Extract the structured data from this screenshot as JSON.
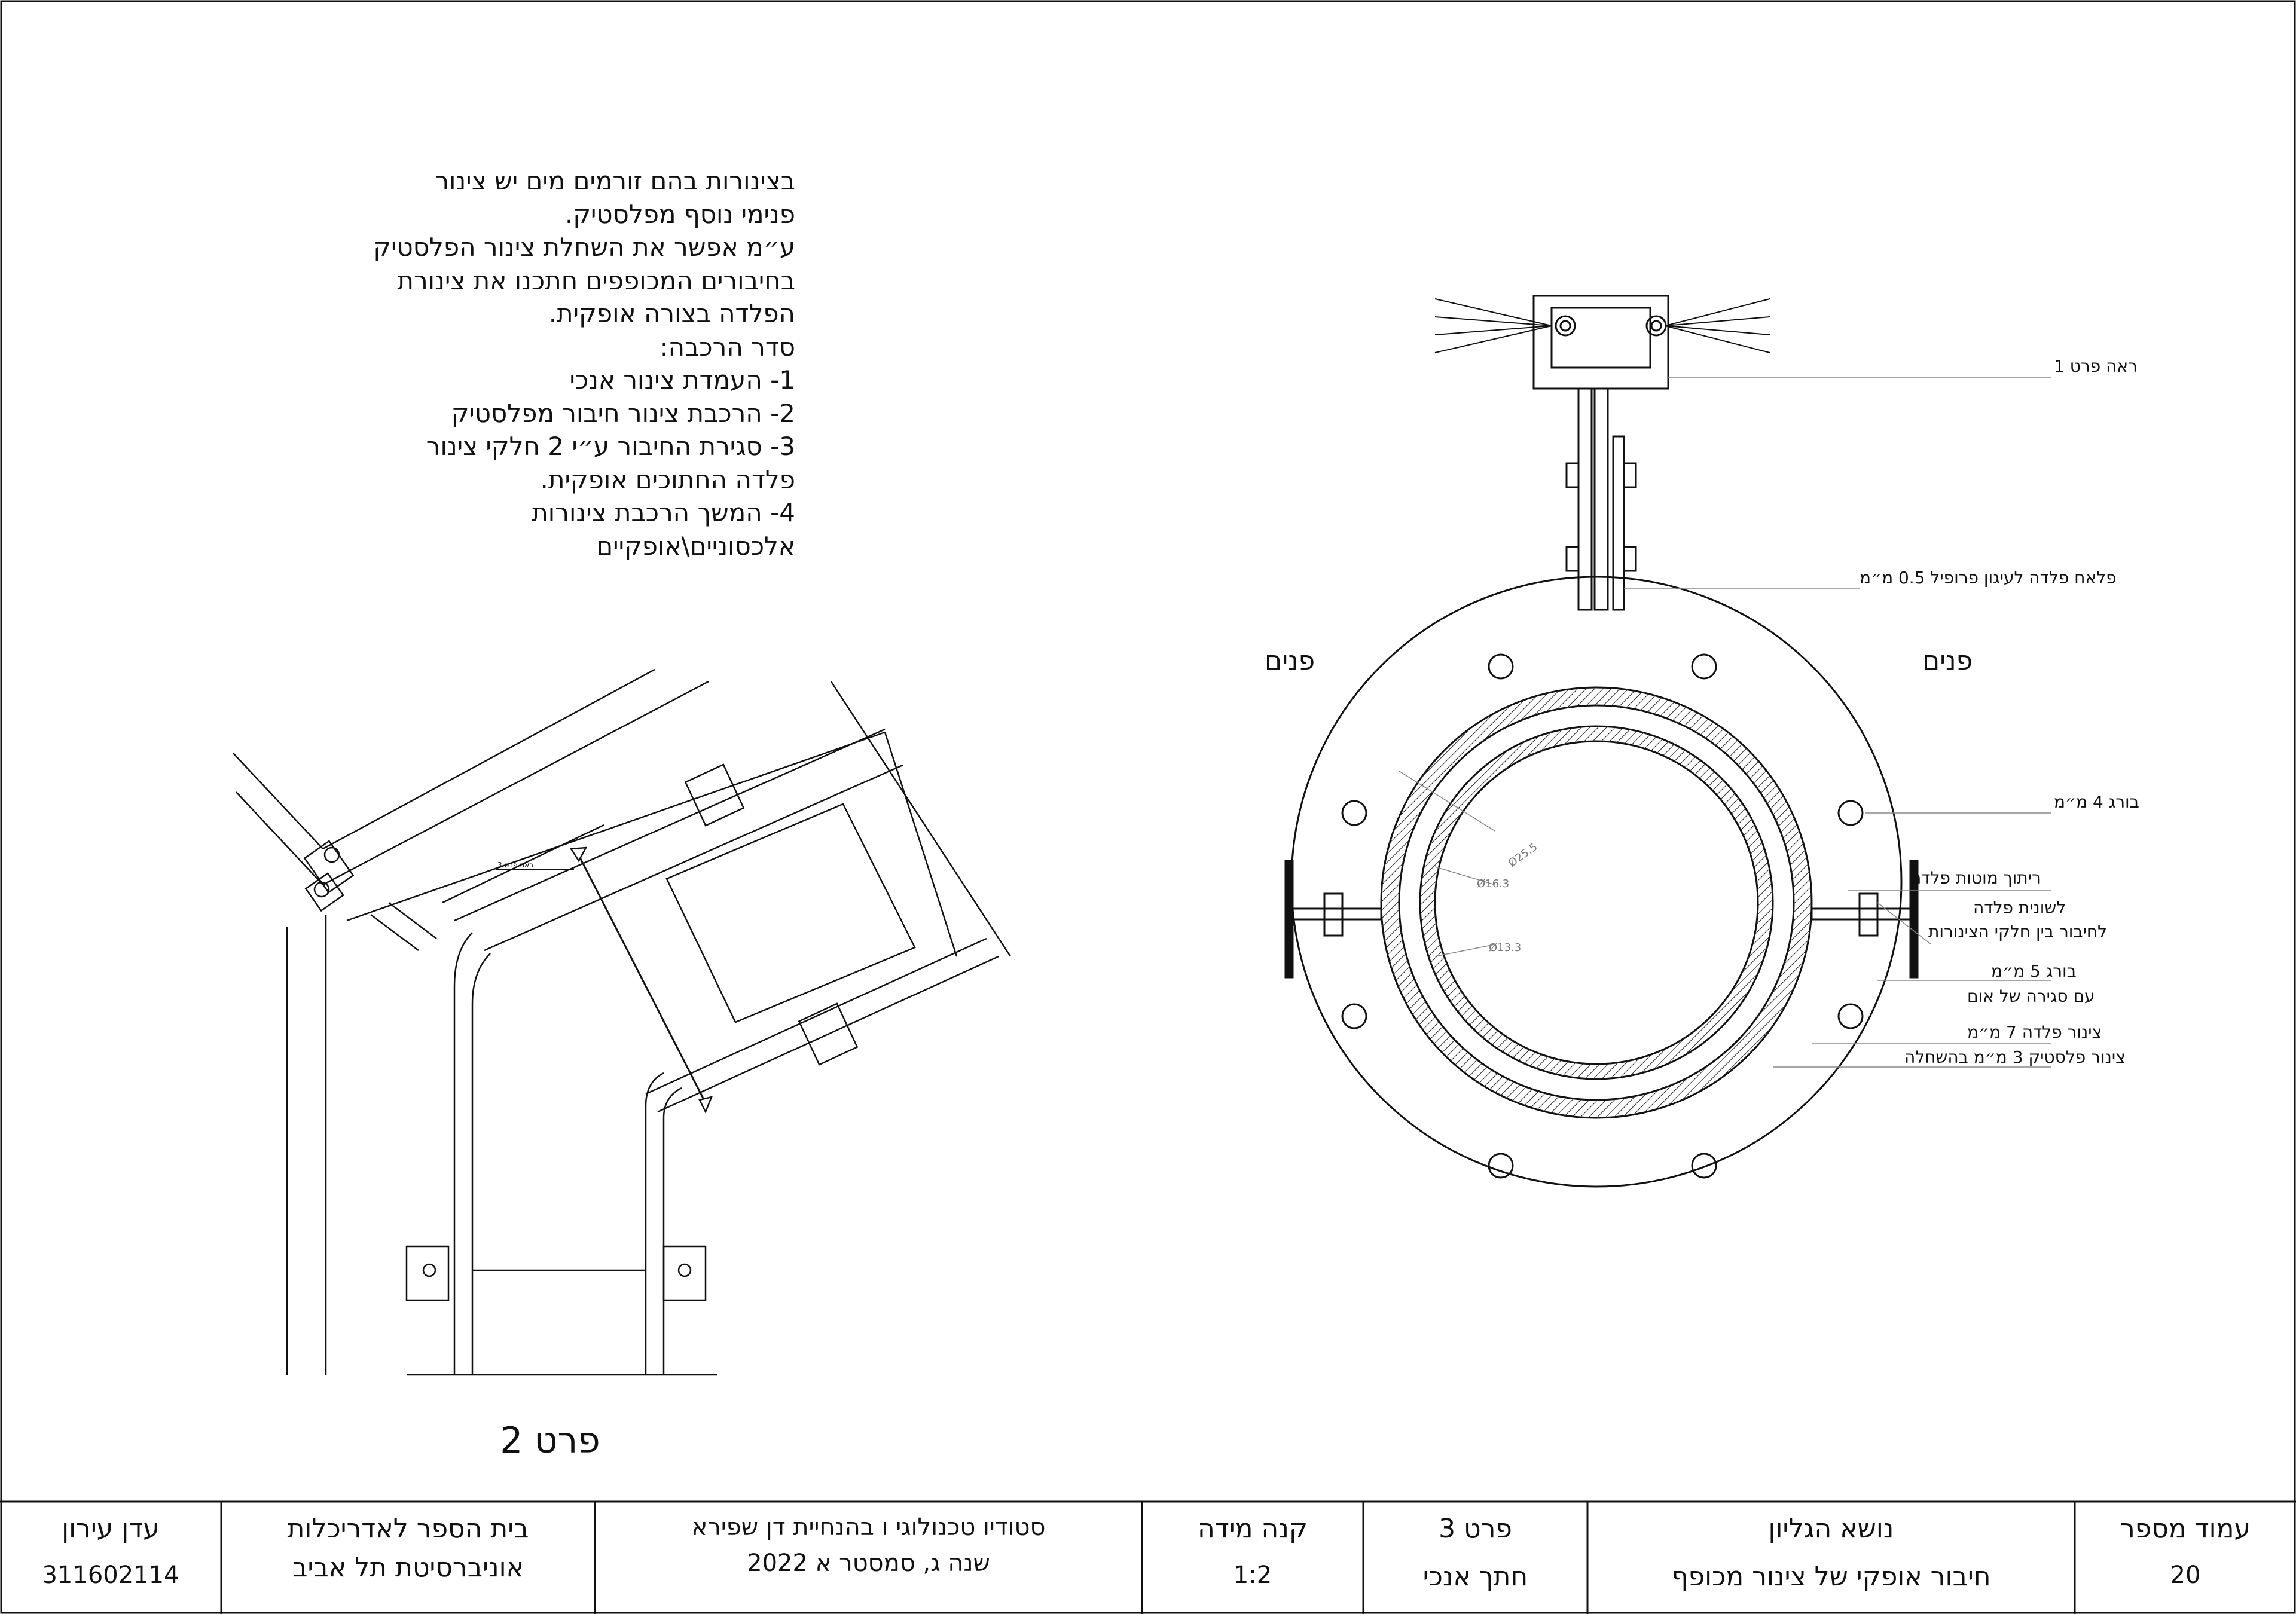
{
  "notes": {
    "lines": [
      "בצינורות בהם זורמים מים יש צינור",
      "פנימי נוסף מפלסטיק.",
      "ע״מ אפשר את השחלת צינור הפלסטיק",
      "בחיבורים המכופפים חתכנו את צינורת",
      "הפלדה בצורה אופקית.",
      "סדר הרכבה:",
      "1- העמדת צינור אנכי",
      "2- הרכבת צינור חיבור מפלסטיק",
      "3- סגירת החיבור ע״י 2 חלקי צינור",
      "פלדה החתוכים אופקית.",
      "4- המשך הרכבת צינורות",
      "אלכסוניים\\אופקיים"
    ]
  },
  "part_title": "פרט 2",
  "elbow_detail": {
    "see_detail_label": "ראה פרט 3"
  },
  "section": {
    "see_detail_1": "ראה פרט 1",
    "flat_plate": "פלאח פלדה לעיגון פרופיל 0.5 מ״מ",
    "face_left": "פנים",
    "face_right": "פנים",
    "bolt_4": "בורג 4 מ״מ",
    "weld": "ריתוך מוטות פלדה",
    "tongue_1": "לשונית פלדה",
    "tongue_2": "לחיבור בין חלקי הצינורות",
    "bolt_5_1": "בורג 5 מ״מ",
    "bolt_5_2": "עם סגירה של אום",
    "steel_pipe": "צינור פלדה 7 מ״מ",
    "plastic_pipe": "צינור פלסטיק 3 מ״מ בהשחלה",
    "dims": [
      "Ø25.5",
      "Ø16.3",
      "Ø13.3"
    ]
  },
  "title_block": {
    "student_name": "עדן עירון",
    "student_id": "311602114",
    "school_1": "בית הספר לאדריכלות",
    "school_2": "אוניברסיטת תל אביב",
    "studio_1": "סטודיו טכנולוגי ו בהנחיית דן שפירא",
    "studio_2": "שנה ג, סמסטר א 2022",
    "scale_label": "קנה מידה",
    "scale_value": "1:2",
    "detail_label": "פרט 3",
    "detail_value": "חתך אנכי",
    "subject_label": "נושא הגליון",
    "subject_value": "חיבור אופקי של צינור מכופף",
    "page_label": "עמוד מספר",
    "page_value": "20"
  }
}
